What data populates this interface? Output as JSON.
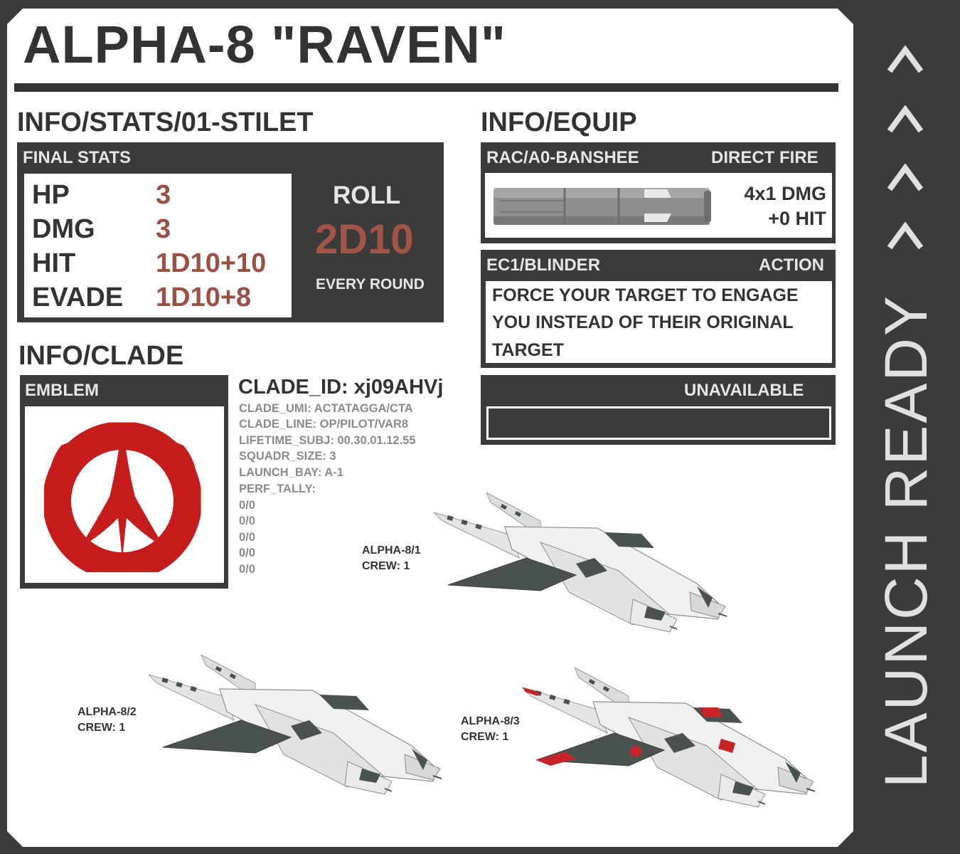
{
  "title": "ALPHA-8 \"RAVEN\"",
  "stats_section": {
    "title": "INFO/STATS/01-STILET",
    "panel_label": "FINAL STATS",
    "rows": [
      {
        "label": "HP",
        "value": "3"
      },
      {
        "label": "DMG",
        "value": "3"
      },
      {
        "label": "HIT",
        "value": "1D10+10"
      },
      {
        "label": "EVADE",
        "value": "1D10+8"
      }
    ],
    "roll": {
      "label": "ROLL",
      "value": "2D10",
      "note": "EVERY ROUND"
    }
  },
  "equip_section": {
    "title": "INFO/EQUIP",
    "weapon": {
      "name": "RAC/A0-BANSHEE",
      "type": "DIRECT FIRE",
      "damage": "4x1 DMG",
      "hit": "+0 HIT"
    },
    "system": {
      "name": "EC1/BLINDER",
      "type": "ACTION",
      "description": [
        "FORCE YOUR TARGET TO ENGAGE",
        "YOU INSTEAD OF THEIR ORIGINAL",
        "TARGET"
      ]
    },
    "slot3": {
      "status": "UNAVAILABLE"
    }
  },
  "clade_section": {
    "title": "INFO/CLADE",
    "emblem_label": "EMBLEM",
    "clade_id": "CLADE_ID: xj09AHVj",
    "details": [
      "CLADE_UMI: ACTATAGGA/CTA",
      "CLADE_LINE: OP/PILOT/VAR8",
      "LIFETIME_SUBJ: 00.30.01.12.55",
      "SQUADR_SIZE: 3",
      "LAUNCH_BAY: A-1",
      "PERF_TALLY:",
      "0/0",
      "0/0",
      "0/0",
      "0/0",
      "0/0"
    ]
  },
  "ships": [
    {
      "name": "ALPHA-8/1",
      "crew": "CREW: 1"
    },
    {
      "name": "ALPHA-8/2",
      "crew": "CREW: 1"
    },
    {
      "name": "ALPHA-8/3",
      "crew": "CREW: 1"
    }
  ],
  "status_banner": "LAUNCH READY",
  "colors": {
    "background": "#3b3b3b",
    "card": "#ffffff",
    "text": "#333333",
    "accent": "#9a5042",
    "emblem": "#c71c1c",
    "ship_panel": "#4a524e",
    "ship_trim": "#c8242a"
  }
}
